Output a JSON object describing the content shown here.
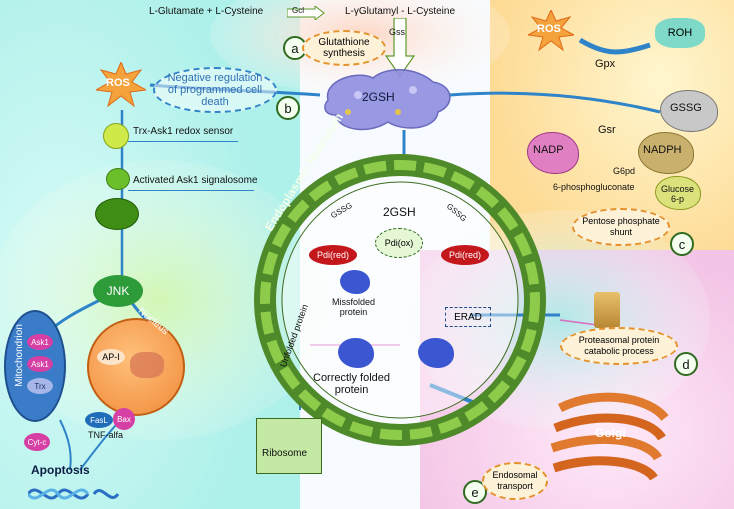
{
  "top": {
    "substrates": "L-Glutamate + L-Cysteine",
    "gcl": "Gcl",
    "product": "L-γGlutamyl - L-Cysteine",
    "gss": "Gss",
    "synthesis": "Glutathione\nsynthesis",
    "gsh": "2GSH"
  },
  "section_letters": {
    "a": "a",
    "b": "b",
    "c": "c",
    "d": "d",
    "e": "e"
  },
  "left": {
    "ros": "ROS",
    "neg_regulation": "Negative regulation\nof programmed cell\ndeath",
    "trx_ask1": "Trx-Ask1 redox sensor",
    "signalosome": "Activated Ask1 signalosome",
    "jnk": "JNK",
    "mitochondrion": "Mitochondrion",
    "mito_items": [
      "Ask1",
      "Ask1",
      "Trx"
    ],
    "nucleus": "Nucleus",
    "ap1": "AP-I",
    "fasl": "FasL",
    "bax": "Bax",
    "tnf": "TNF-alfa",
    "cytc": "Cyt-c",
    "apoptosis": "Apoptosis"
  },
  "right": {
    "ros": "ROS",
    "roh": "ROH",
    "gpx": "Gpx",
    "gssg": "GSSG",
    "gsr": "Gsr",
    "nadp": "NADP",
    "nadph": "NADPH",
    "g6pd": "G6pd",
    "phosphogluconate": "6-phosphogluconate",
    "glucose": "Glucose\n6-p",
    "pentose": "Pentose phosphate\nshunt"
  },
  "er": {
    "label": "Endoplasmic Reticulum",
    "gsh": "2GSH",
    "gssg_left": "GSSG",
    "gssg_right": "GSSG",
    "pdi_red_left": "Pdi(red)",
    "pdi_ox": "Pdi(ox)",
    "pdi_red_right": "Pdi(red)",
    "missfolded": "Missfolded\nprotein",
    "erad": "ERAD",
    "unfolded": "Unfolded protein",
    "correctly": "Correctly folded\nprotein",
    "ribosome": "Ribosome"
  },
  "bottom_right": {
    "proteasomal": "Proteasomal protein\ncatabolic process",
    "golgi": "Golgi",
    "endosomal": "Endosomal\ntransport"
  },
  "colors": {
    "cyan_bg": "#bff3ee",
    "orange_bg": "#fde7b5",
    "pink_bg": "#f7d2ec",
    "red_bg": "#fbc9b8",
    "green_bg": "#d9f7b8",
    "er_green": "#4f8a2a",
    "protein_blue": "#8c8fe0",
    "pdi_red": "#c4171c",
    "mito_blue": "#3a79c9",
    "nucleus_orange": "#f59a4a"
  }
}
